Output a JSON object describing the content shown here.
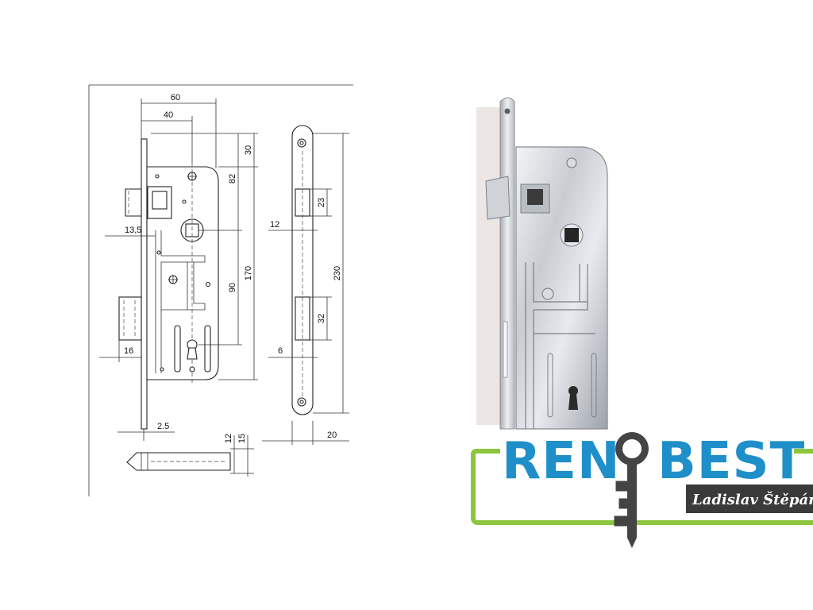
{
  "diagram": {
    "dimensions": {
      "w60": "60",
      "w40": "40",
      "h30": "30",
      "h82": "82",
      "d13_5": "13,5",
      "h170": "170",
      "h90": "90",
      "w16": "16",
      "w2_5": "2.5",
      "h12b": "12",
      "h15": "15",
      "s12": "12",
      "s23": "23",
      "s230": "230",
      "s32": "32",
      "s6": "6",
      "s20": "20"
    }
  },
  "logo": {
    "brand_left": "REN",
    "brand_right": "BEST",
    "owner": "Ladislav Štěpán",
    "colors": {
      "blue": "#1f8fc9",
      "green": "#8cc63f",
      "dark": "#3a3a3a",
      "key": "#444444"
    }
  }
}
